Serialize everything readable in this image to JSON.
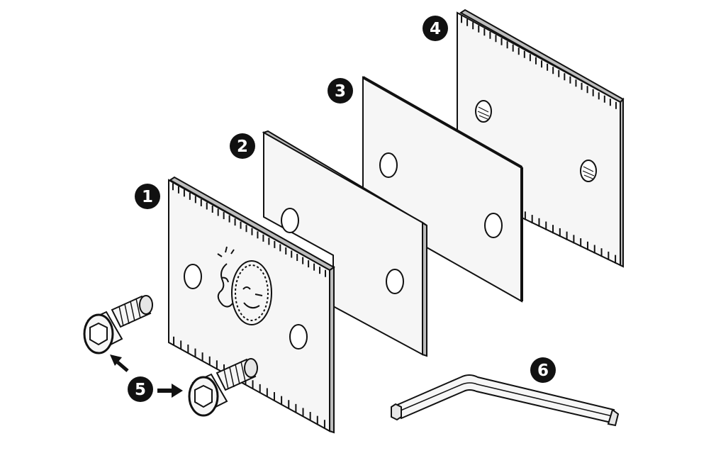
{
  "callouts": {
    "part1": "1",
    "part2": "2",
    "part3": "3",
    "part4": "4",
    "part5": "5",
    "part6": "6"
  },
  "colors": {
    "ink": "#111111",
    "paper": "#ffffff",
    "plate_face": "#f6f6f6",
    "plate_edge": "#bdbdbd",
    "badge": "#111111"
  },
  "icons": {
    "comb_plate": "comb-plate-icon",
    "flat_plate": "flat-plate-icon",
    "screw": "socket-head-cap-screw-icon",
    "allen_key": "allen-key-icon",
    "arrow": "arrow-icon",
    "logo": "smiley-logo-icon"
  }
}
